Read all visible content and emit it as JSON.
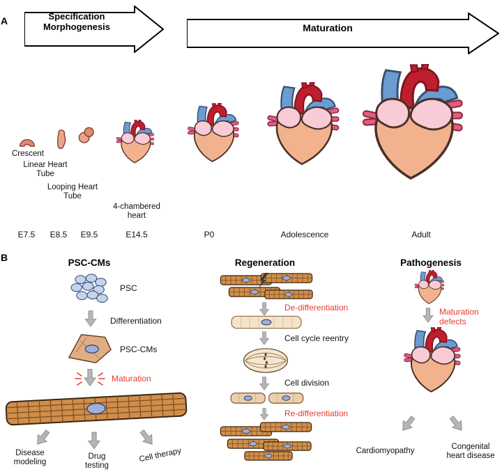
{
  "panel_a": {
    "label": "A",
    "spec_arrow_label": "Specification\nMorphogenesis",
    "maturation_arrow_label": "Maturation",
    "stages": {
      "crescent": "Crescent",
      "linear": "Linear Heart\nTube",
      "looping": "Looping Heart\nTube",
      "four_chambered": "4-chambered\nheart"
    },
    "timepoints": {
      "e7_5": "E7.5",
      "e8_5": "E8.5",
      "e9_5": "E9.5",
      "e14_5": "E14.5",
      "p0": "P0",
      "adolescence": "Adolescence",
      "adult": "Adult"
    }
  },
  "panel_b": {
    "label": "B",
    "psc_column": {
      "header": "PSC-CMs",
      "psc_label": "PSC",
      "differentiation_label": "Differentiation",
      "psc_cms_label": "PSC-CMs",
      "maturation_label": "Maturation",
      "disease_modeling": "Disease\nmodeling",
      "drug_testing": "Drug\ntesting",
      "cell_therapy": "Cell therapy"
    },
    "regeneration_column": {
      "header": "Regeneration",
      "dedifferentiation": "De-differentiation",
      "cell_cycle_reentry": "Cell cycle reentry",
      "cell_division": "Cell division",
      "redifferentiation": "Re-differentiation"
    },
    "pathogenesis_column": {
      "header": "Pathogenesis",
      "maturation_defects": "Maturation\ndefects",
      "cardiomyopathy": "Cardiomyopathy",
      "congenital_heart_disease": "Congenital\nheart disease"
    }
  },
  "colors": {
    "red_text": "#e8392f",
    "ventricle": "#f2b28e",
    "atria": "#f8cbd6",
    "aorta": "#bf1e2e",
    "vessel_blue": "#6b9bd2",
    "vein_pink": "#e45c7f",
    "cm_fill": "#cf8f4a",
    "nucleus_blue": "#9db0dd",
    "arrow_gray": "#b5b5b5",
    "psc_cell": "#c3d4ec"
  }
}
